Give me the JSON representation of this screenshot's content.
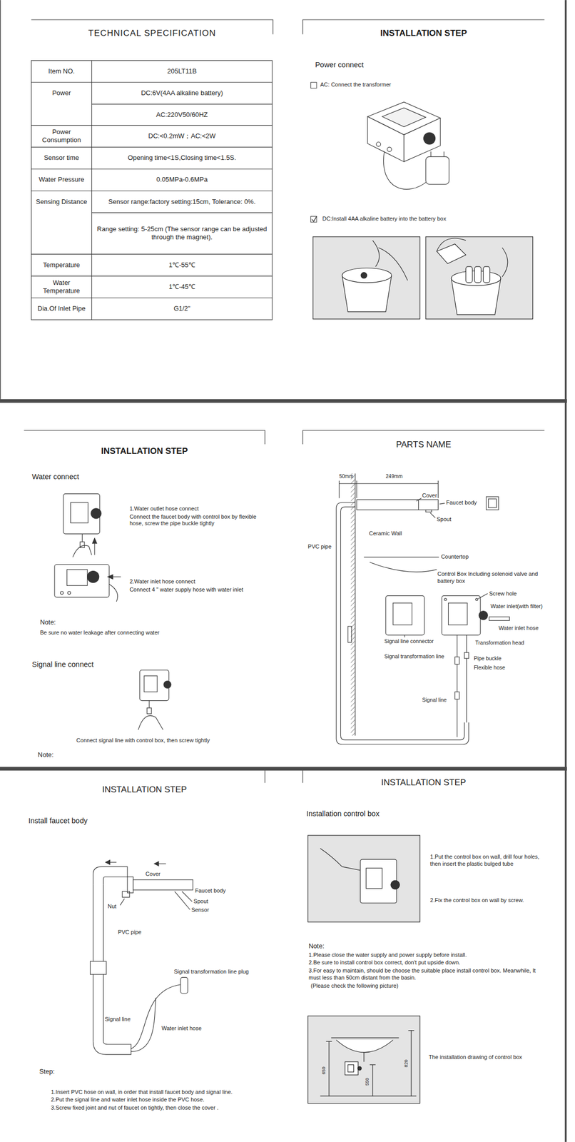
{
  "diagram": {
    "labels": [
      "TECHNICAL SPECIFICATION",
      "Item NO.",
      "205LT11B",
      "Power",
      "DC:6V(4AA alkaline battery)",
      "AC:220V50/60HZ",
      "Power Consumption",
      "DC:<0.2mW；AC:<2W",
      "Sensor time",
      "Opening time<1S,Closing time<1.5S.",
      "Water Pressure",
      "0.05MPa-0.6MPa",
      "Sensing Distance",
      "Sensor range:factory setting:15cm, Tolerance: 0%.",
      "Range setting: 5-25cm (The sensor range can be adjusted through the magnet).",
      "Temperature",
      "1℃-55℃",
      "Water Temperature",
      "1℃-45℃",
      "Dia.Of Inlet Pipe",
      "G1/2\"",
      "INSTALLATION STEP",
      "Power connect",
      "AC: Connect the transformer",
      "DC:Install 4AA alkaline battery into the battery box",
      "INSTALLATION STEP",
      "Water connect",
      "1.Water outlet hose connect",
      "Connect the faucet body with control box by flexible hose, screw the pipe buckle tightly",
      "2.Water inlet hose connect",
      "Connect 4 \" water supply hose with water inlet",
      "Note:",
      "Be sure no water leakage after connecting water",
      "Signal line connect",
      "Connect signal line with control box, then screw tightly",
      "Note:",
      "PARTS NAME",
      "50mm",
      "249mm",
      "Cover",
      "Faucet body",
      "Spout",
      "Ceramic Wall",
      "PVC pipe",
      "Countertop",
      "Control Box Including solenoid valve and battery box",
      "Screw hole",
      "Water inlet(with filter)",
      "Water inlet hose",
      "Signal line connector",
      "Transformation head",
      "Signal transformation line",
      "Pipe buckle",
      "Flexible hose",
      "Signal line",
      "INSTALLATION STEP",
      "Install faucet body",
      "Cover",
      "Faucet body",
      "Nut",
      "Spout",
      "Sensor",
      "PVC pipe",
      "Signal transformation line plug",
      "Signal line",
      "Water inlet hose",
      "Step:",
      "1.Insert PVC hose on wall, in order that install faucet body and signal line.",
      "2.Put the signal line and water inlet hose inside the PVC hose.",
      "3.Screw fixed joint and nut of faucet on tightly, then close the cover .",
      "INSTALLATION STEP",
      "Installation control box",
      "1.Put the control box on wall, drill four holes, then insert the plastic bulged tube",
      "2.Fix the control box on wall by screw.",
      "Note:",
      "1.Please close the water supply and power supply before install.",
      "2.Be sure to install control box correct, don't put upside down.",
      "3.For easy to maintain, should be choose the suitable place install control box. Meanwhile, It must less than 50cm distant from the basin.",
      "(Please check the following picture)",
      "The installation drawing of control box",
      "650",
      "550",
      "820"
    ]
  }
}
